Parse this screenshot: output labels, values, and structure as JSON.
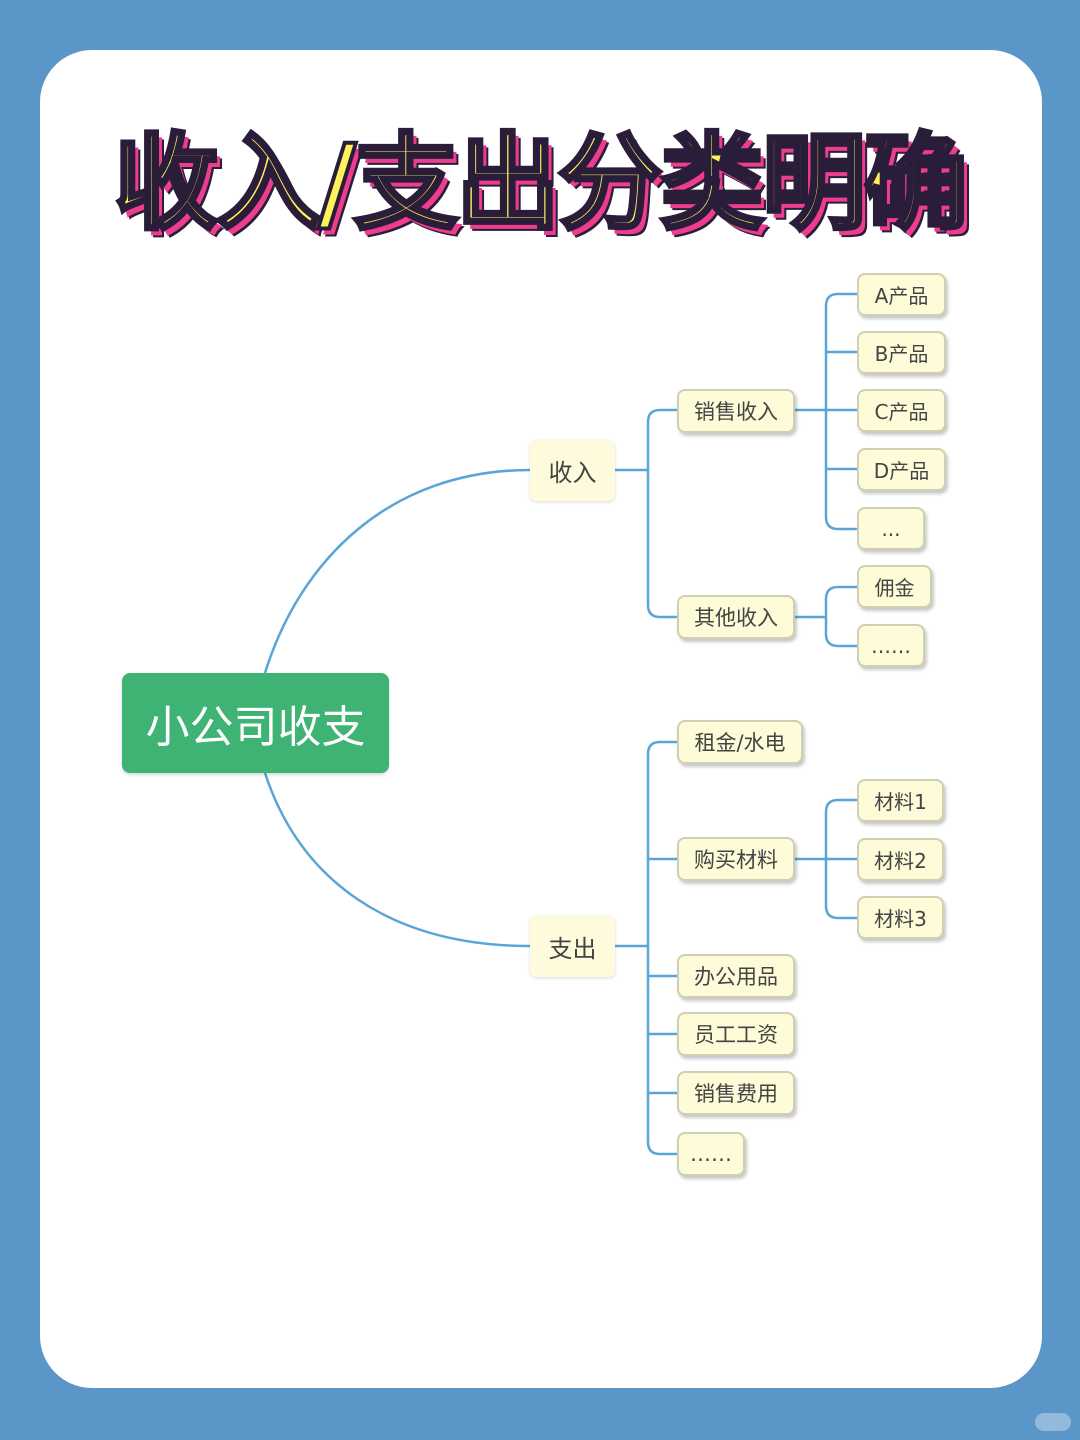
{
  "title": "收入/支出分类明确",
  "root": "小公司收支",
  "income": {
    "label": "收入",
    "sales": {
      "label": "销售收入",
      "items": [
        "A产品",
        "B产品",
        "C产品",
        "D产品",
        "..."
      ]
    },
    "other": {
      "label": "其他收入",
      "items": [
        "佣金",
        "……"
      ]
    }
  },
  "expense": {
    "label": "支出",
    "rent": "租金/水电",
    "materials": {
      "label": "购买材料",
      "items": [
        "材料1",
        "材料2",
        "材料3"
      ]
    },
    "office": "办公用品",
    "salary": "员工工资",
    "sales_cost": "销售费用",
    "more": "……"
  },
  "colors": {
    "background": "#5b96c8",
    "root": "#3eb374",
    "node": "#fdfbd8",
    "link": "#5aa5d8",
    "title_fill": "#fff25a",
    "title_shadow": "#ee3d8d"
  }
}
